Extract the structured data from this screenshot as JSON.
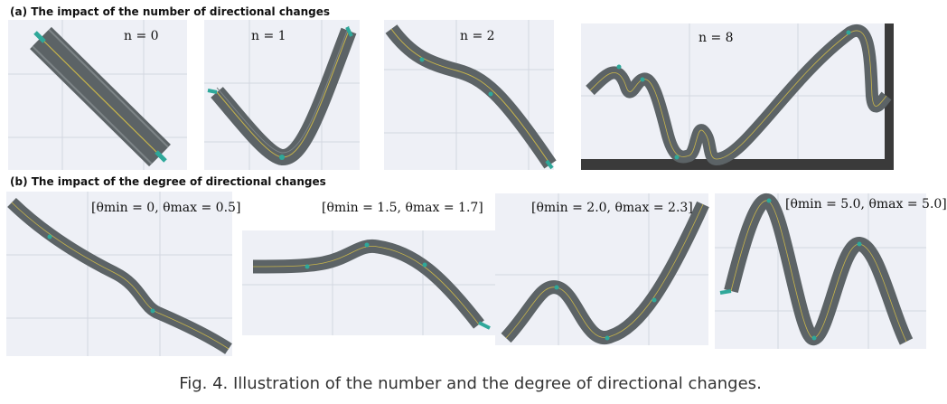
{
  "figure": {
    "caption": "Fig. 4.  Illustration of the number and the degree of directional changes."
  },
  "section_a": {
    "title": "(a) The impact of the number of directional changes",
    "panels": [
      {
        "label": "n = 0"
      },
      {
        "label": "n = 1"
      },
      {
        "label": "n = 2"
      },
      {
        "label": "n = 8"
      }
    ]
  },
  "section_b": {
    "title": "(b) The impact of the degree of directional changes",
    "panels": [
      {
        "label": "[θmin = 0,  θmax = 0.5]"
      },
      {
        "label": "[θmin = 1.5,  θmax = 1.7]"
      },
      {
        "label": "[θmin = 2.0,  θmax = 2.3]"
      },
      {
        "label": "[θmin = 5.0,  θmax = 5.0]"
      }
    ]
  },
  "colors": {
    "road": "#5c6366",
    "lane_line": "#c8b54a",
    "marker": "#2fa89a",
    "grid": "#d3d7e0",
    "panel_bg": "#eef0f6",
    "wall": "#3a3a3a"
  }
}
